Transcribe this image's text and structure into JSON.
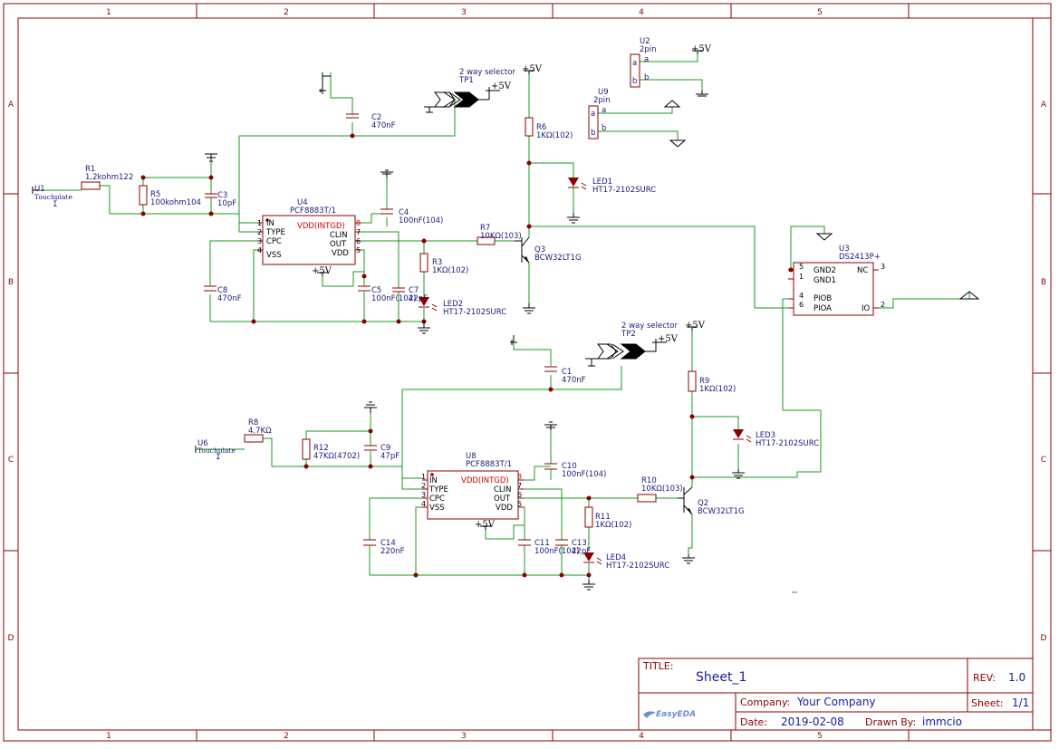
{
  "frame": {
    "columns": [
      "1",
      "2",
      "3",
      "4",
      "5"
    ],
    "rows": [
      "A",
      "B",
      "C",
      "D"
    ]
  },
  "title_block": {
    "title_label": "TITLE:",
    "title": "Sheet_1",
    "rev_label": "REV:",
    "rev": "1.0",
    "company_label": "Company:",
    "company": "Your Company",
    "sheet_label": "Sheet:",
    "sheet": "1/1",
    "date_label": "Date:",
    "date": "2019-02-08",
    "drawn_label": "Drawn By:",
    "drawn_by": "immcio",
    "logo": "EasyEDA"
  },
  "net_labels": {
    "vcc": "+5V"
  },
  "components": {
    "U1": {
      "ref": "U1",
      "value": "Touchplate",
      "pin": "1"
    },
    "U6": {
      "ref": "U6",
      "value": "Touchplate",
      "pin": "1"
    },
    "R1": {
      "ref": "R1",
      "value": "1,2kohm122"
    },
    "R5": {
      "ref": "R5",
      "value": "100kohm104"
    },
    "C3": {
      "ref": "C3",
      "value": "10pF"
    },
    "C2": {
      "ref": "C2",
      "value": "470nF"
    },
    "TP1": {
      "ref": "TP1",
      "value": "2 way selector"
    },
    "U4": {
      "ref": "U4",
      "value": "PCF8883T/1",
      "pins_left": [
        {
          "n": "1",
          "name": "IN"
        },
        {
          "n": "2",
          "name": "TYPE"
        },
        {
          "n": "3",
          "name": "CPC"
        },
        {
          "n": "4",
          "name": "VSS"
        }
      ],
      "pins_right": [
        {
          "n": "8",
          "name": "VDD(INTGD)"
        },
        {
          "n": "7",
          "name": "CLIN"
        },
        {
          "n": "6",
          "name": "OUT"
        },
        {
          "n": "5",
          "name": "VDD"
        }
      ]
    },
    "C4": {
      "ref": "C4",
      "value": "100nF(104)"
    },
    "C8": {
      "ref": "C8",
      "value": "470nF"
    },
    "C5": {
      "ref": "C5",
      "value": "100nF(104)"
    },
    "C7": {
      "ref": "C7",
      "value": "22pF"
    },
    "R7": {
      "ref": "R7",
      "value": "10KΩ(103)"
    },
    "R3": {
      "ref": "R3",
      "value": "1KΩ(102)"
    },
    "LED2": {
      "ref": "LED2",
      "value": "HT17-2102SURC"
    },
    "Q3": {
      "ref": "Q3",
      "value": "BCW32LT1G"
    },
    "R6": {
      "ref": "R6",
      "value": "1KΩ(102)"
    },
    "LED1": {
      "ref": "LED1",
      "value": "HT17-2102SURC"
    },
    "U2": {
      "ref": "U2",
      "value": "2pin",
      "pa": "a",
      "pb": "b"
    },
    "U9": {
      "ref": "U9",
      "value": "2pin",
      "pa": "a",
      "pb": "b"
    },
    "U3": {
      "ref": "U3",
      "value": "DS2413P+",
      "pins": [
        {
          "n": "5",
          "name": "GND2"
        },
        {
          "n": "1",
          "name": "GND1"
        },
        {
          "n": "3",
          "name": "NC"
        },
        {
          "n": "4",
          "name": "PIOB"
        },
        {
          "n": "6",
          "name": "PIOA"
        },
        {
          "n": "2",
          "name": "IO"
        }
      ]
    },
    "R8": {
      "ref": "R8",
      "value": "4.7KΩ"
    },
    "R12": {
      "ref": "R12",
      "value": "47KΩ(4702)"
    },
    "C9": {
      "ref": "C9",
      "value": "47pF"
    },
    "C1": {
      "ref": "C1",
      "value": "470nF"
    },
    "TP2": {
      "ref": "TP2",
      "value": "2 way selector"
    },
    "U8": {
      "ref": "U8",
      "value": "PCF8883T/1",
      "pins_left": [
        {
          "n": "1",
          "name": "IN"
        },
        {
          "n": "2",
          "name": "TYPE"
        },
        {
          "n": "3",
          "name": "CPC"
        },
        {
          "n": "4",
          "name": "VSS"
        }
      ],
      "pins_right": [
        {
          "n": "8",
          "name": "VDD(INTGD)"
        },
        {
          "n": "7",
          "name": "CLIN"
        },
        {
          "n": "6",
          "name": "OUT"
        },
        {
          "n": "5",
          "name": "VDD"
        }
      ]
    },
    "C10": {
      "ref": "C10",
      "value": "100nF(104)"
    },
    "C14": {
      "ref": "C14",
      "value": "220nF"
    },
    "C11": {
      "ref": "C11",
      "value": "100nF(104)"
    },
    "C13": {
      "ref": "C13",
      "value": "22pF"
    },
    "R10": {
      "ref": "R10",
      "value": "10KΩ(103)"
    },
    "R11": {
      "ref": "R11",
      "value": "1KΩ(102)"
    },
    "LED4": {
      "ref": "LED4",
      "value": "HT17-2102SURC"
    },
    "Q2": {
      "ref": "Q2",
      "value": "BCW32LT1G"
    },
    "R9": {
      "ref": "R9",
      "value": "1KΩ(102)"
    },
    "LED3": {
      "ref": "LED3",
      "value": "HT17-2102SURC"
    }
  }
}
